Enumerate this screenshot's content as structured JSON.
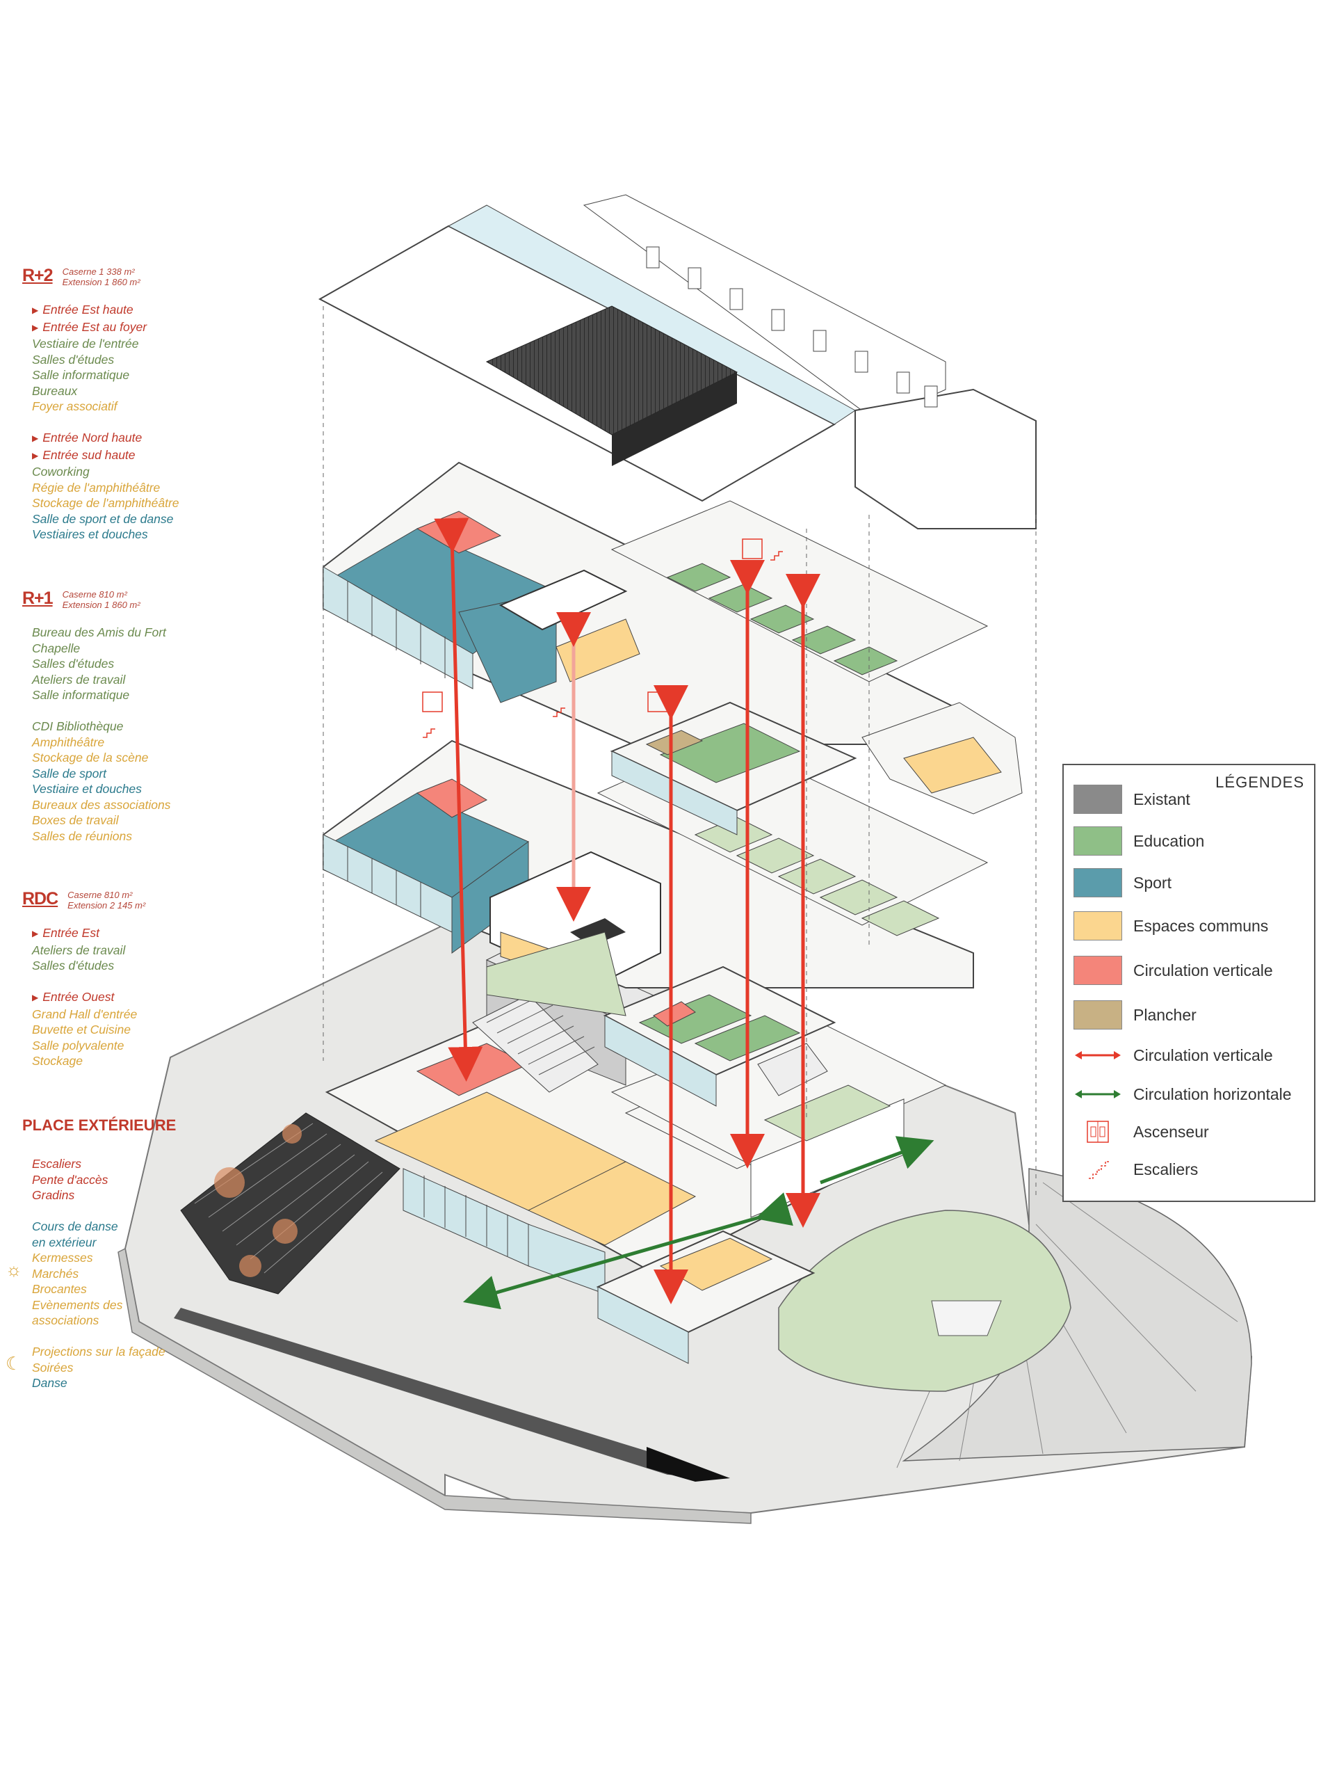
{
  "colors": {
    "existant": "#8a8a8a",
    "education": "#8fbf87",
    "sport": "#5b9cab",
    "espaces_communs": "#fbd68f",
    "circulation_verticale": "#f4857a",
    "plancher": "#c8b184",
    "arrow_red": "#e53a2a",
    "arrow_green": "#2e7d32",
    "text_red": "#c0392b",
    "text_green": "#6b8a4e",
    "text_yellow": "#d9a53a",
    "text_teal": "#2b7a8c"
  },
  "levels": {
    "r2": {
      "tag": "R+2",
      "caserne": "Caserne 1 338 m²",
      "extension": "Extension 1 860 m²",
      "items": [
        {
          "text": "Entrée Est haute",
          "style": "red",
          "arrow": true
        },
        {
          "text": "Entrée Est au foyer",
          "style": "red",
          "arrow": true
        },
        {
          "text": "Vestiaire de l'entrée",
          "style": "green"
        },
        {
          "text": "Salles d'études",
          "style": "green"
        },
        {
          "text": "Salle informatique",
          "style": "green"
        },
        {
          "text": "Bureaux",
          "style": "green"
        },
        {
          "text": "Foyer associatif",
          "style": "yellow"
        },
        {
          "text": "",
          "style": "gap"
        },
        {
          "text": "Entrée Nord haute",
          "style": "red",
          "arrow": true
        },
        {
          "text": "Entrée sud haute",
          "style": "red",
          "arrow": true
        },
        {
          "text": "Coworking",
          "style": "green"
        },
        {
          "text": "Régie de l'amphithéâtre",
          "style": "yellow"
        },
        {
          "text": "Stockage de l'amphithéâtre",
          "style": "yellow"
        },
        {
          "text": "Salle de sport et de danse",
          "style": "teal"
        },
        {
          "text": "Vestiaires et douches",
          "style": "teal"
        }
      ]
    },
    "r1": {
      "tag": "R+1",
      "caserne": "Caserne 810 m²",
      "extension": "Extension 1 860 m²",
      "items": [
        {
          "text": "Bureau des Amis du Fort",
          "style": "green"
        },
        {
          "text": "Chapelle",
          "style": "green"
        },
        {
          "text": "Salles d'études",
          "style": "green"
        },
        {
          "text": "Ateliers de travail",
          "style": "green"
        },
        {
          "text": "Salle informatique",
          "style": "green"
        },
        {
          "text": "",
          "style": "gap"
        },
        {
          "text": "CDI Bibliothèque",
          "style": "green"
        },
        {
          "text": "Amphithéâtre",
          "style": "yellow"
        },
        {
          "text": "Stockage de la scène",
          "style": "yellow"
        },
        {
          "text": "Salle de sport",
          "style": "teal"
        },
        {
          "text": "Vestiaire et douches",
          "style": "teal"
        },
        {
          "text": "Bureaux des associations",
          "style": "yellow"
        },
        {
          "text": "Boxes de travail",
          "style": "yellow"
        },
        {
          "text": "Salles de réunions",
          "style": "yellow"
        }
      ]
    },
    "rdc": {
      "tag": "RDC",
      "caserne": "Caserne 810 m²",
      "extension": "Extension 2 145 m²",
      "items": [
        {
          "text": "Entrée Est",
          "style": "red",
          "arrow": true
        },
        {
          "text": "Ateliers de travail",
          "style": "green"
        },
        {
          "text": "Salles d'études",
          "style": "green"
        },
        {
          "text": "",
          "style": "gap"
        },
        {
          "text": "Entrée Ouest",
          "style": "red",
          "arrow": true
        },
        {
          "text": "Grand Hall d'entrée",
          "style": "yellow"
        },
        {
          "text": "Buvette et Cuisine",
          "style": "yellow"
        },
        {
          "text": "Salle polyvalente",
          "style": "yellow"
        },
        {
          "text": "Stockage",
          "style": "yellow"
        }
      ]
    }
  },
  "place": {
    "title": "PLACE EXTÉRIEURE",
    "group1": [
      "Escaliers",
      "Pente d'accès",
      "Gradins"
    ],
    "group2": [
      {
        "text": "Cours de danse",
        "style": "teal"
      },
      {
        "text": "en extérieur",
        "style": "teal"
      },
      {
        "text": "Kermesses",
        "style": "yellow"
      },
      {
        "text": "Marchés",
        "style": "yellow"
      },
      {
        "text": "Brocantes",
        "style": "yellow"
      },
      {
        "text": "Evènements des",
        "style": "yellow"
      },
      {
        "text": "associations",
        "style": "yellow"
      }
    ],
    "group3": [
      {
        "text": "Projections sur la façade",
        "style": "yellow"
      },
      {
        "text": "Soirées",
        "style": "yellow"
      },
      {
        "text": "Danse",
        "style": "teal"
      }
    ],
    "sun_icon": "sun-icon",
    "moon_icon": "moon-icon"
  },
  "legend": {
    "title": "LÉGENDES",
    "items": [
      {
        "label": "Existant",
        "kind": "swatch",
        "color": "#8a8a8a"
      },
      {
        "label": "Education",
        "kind": "swatch",
        "color": "#8fbf87"
      },
      {
        "label": "Sport",
        "kind": "swatch",
        "color": "#5b9cab"
      },
      {
        "label": "Espaces communs",
        "kind": "swatch",
        "color": "#fbd68f"
      },
      {
        "label": "Circulation verticale",
        "kind": "swatch",
        "color": "#f4857a"
      },
      {
        "label": "Plancher",
        "kind": "swatch",
        "color": "#c8b184"
      },
      {
        "label": "Circulation verticale",
        "kind": "arrow",
        "color": "#e53a2a"
      },
      {
        "label": "Circulation horizontale",
        "kind": "arrow",
        "color": "#2e7d32"
      },
      {
        "label": "Ascenseur",
        "kind": "elevator-icon",
        "color": "#e53a2a"
      },
      {
        "label": "Escaliers",
        "kind": "stairs-icon",
        "color": "#e53a2a"
      }
    ]
  }
}
